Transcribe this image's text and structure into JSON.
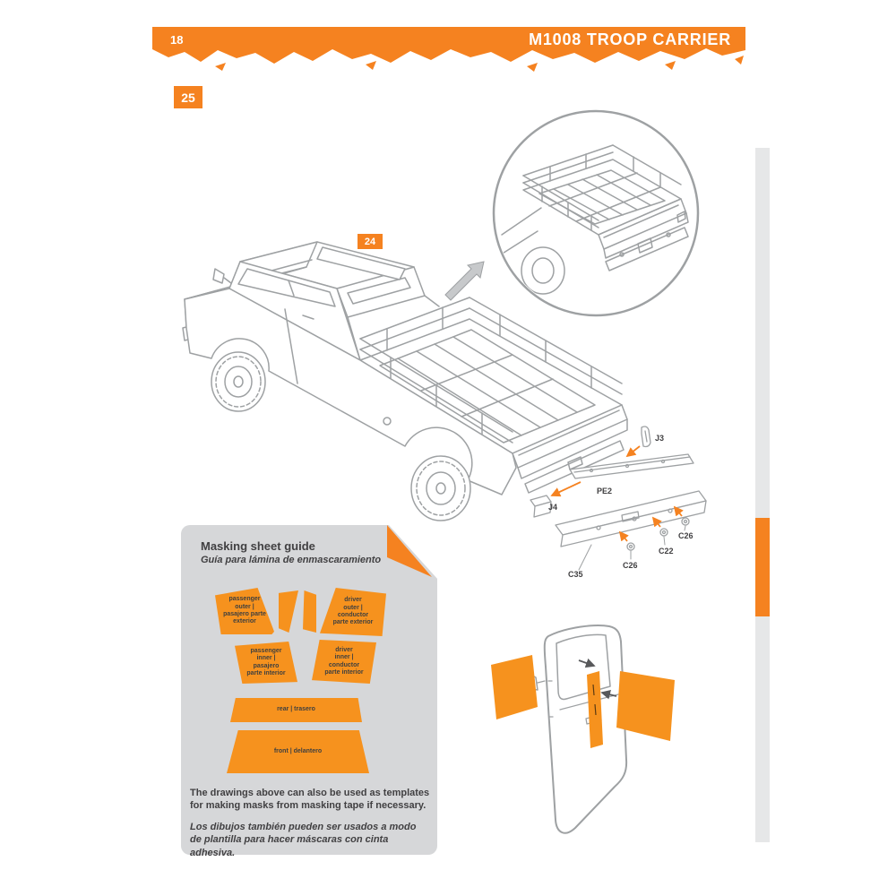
{
  "header": {
    "page_number": "18",
    "title": "M1008 TROOP CARRIER"
  },
  "badges": {
    "step": "25",
    "substep": "24"
  },
  "parts": {
    "j3": "J3",
    "pe2": "PE2",
    "j4": "J4",
    "c35": "C35",
    "c26_a": "C26",
    "c22": "C22",
    "c26_b": "C26"
  },
  "masking_guide": {
    "title": "Masking sheet guide",
    "subtitle": "Guía para lámina de enmascaramiento",
    "masks": {
      "passenger_outer": "passenger\nouter |\npasajero parte\nexterior",
      "driver_outer": "driver\nouter |\nconductor\nparte exterior",
      "passenger_inner": "passenger\ninner |\npasajero\nparte interior",
      "driver_inner": "driver\ninner |\nconductor\nparte interior",
      "rear": "rear | trasero",
      "front": "front | delantero"
    },
    "note_en": "The drawings above can also be used as templates for making masks from masking tape if necessary.",
    "note_es": "Los dibujos también pueden ser usados a modo de plantilla para hacer máscaras con cinta adhesiva."
  },
  "colors": {
    "orange": "#f58220",
    "line_gray": "#9ea1a3",
    "panel_gray": "#d6d7d9",
    "text_dark": "#414042"
  }
}
